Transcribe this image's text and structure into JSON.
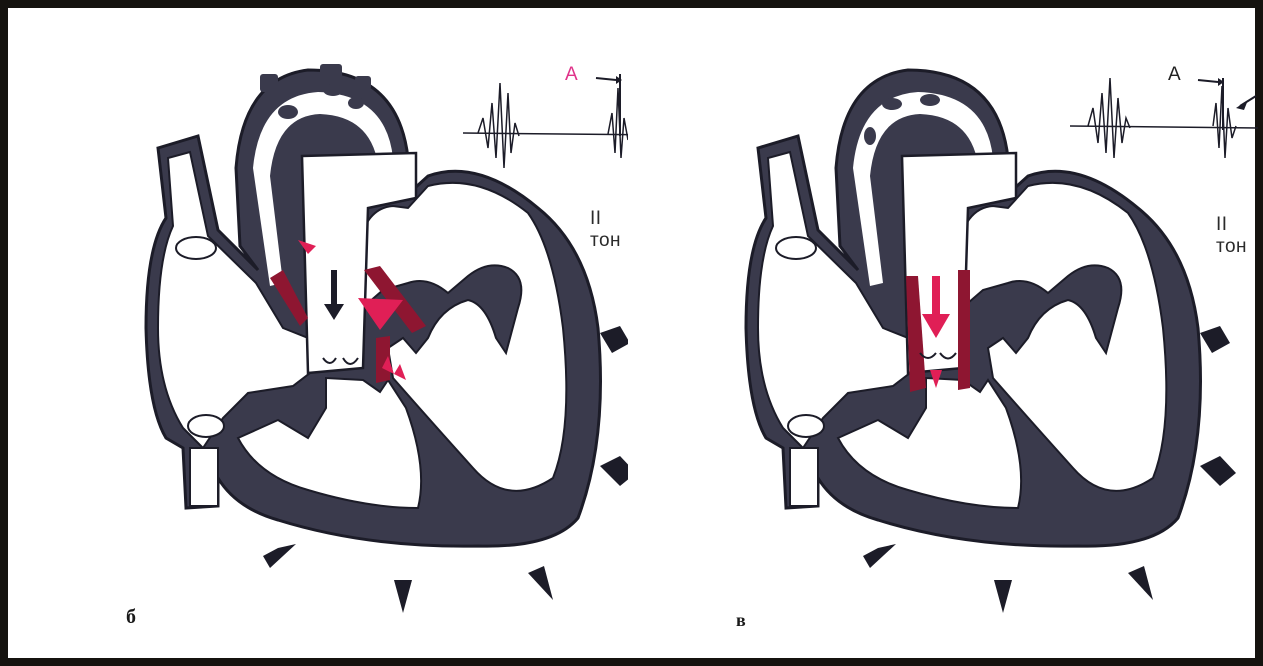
{
  "colors": {
    "myocardium": "#3a3a4c",
    "highlight": "#e01f56",
    "valve_wall": "#8e1631",
    "background": "#ffffff",
    "frame": "#15130f",
    "marker_a_left": "#e0338a",
    "marker_a_right": "#222222"
  },
  "panel_b": {
    "label": "б",
    "sound_label": "II тон",
    "marker": "A"
  },
  "panel_v": {
    "label": "в",
    "sound_label": "II тон",
    "marker": "A"
  },
  "icons": [
    "outward-arrow-icon",
    "flow-arrow-icon"
  ]
}
